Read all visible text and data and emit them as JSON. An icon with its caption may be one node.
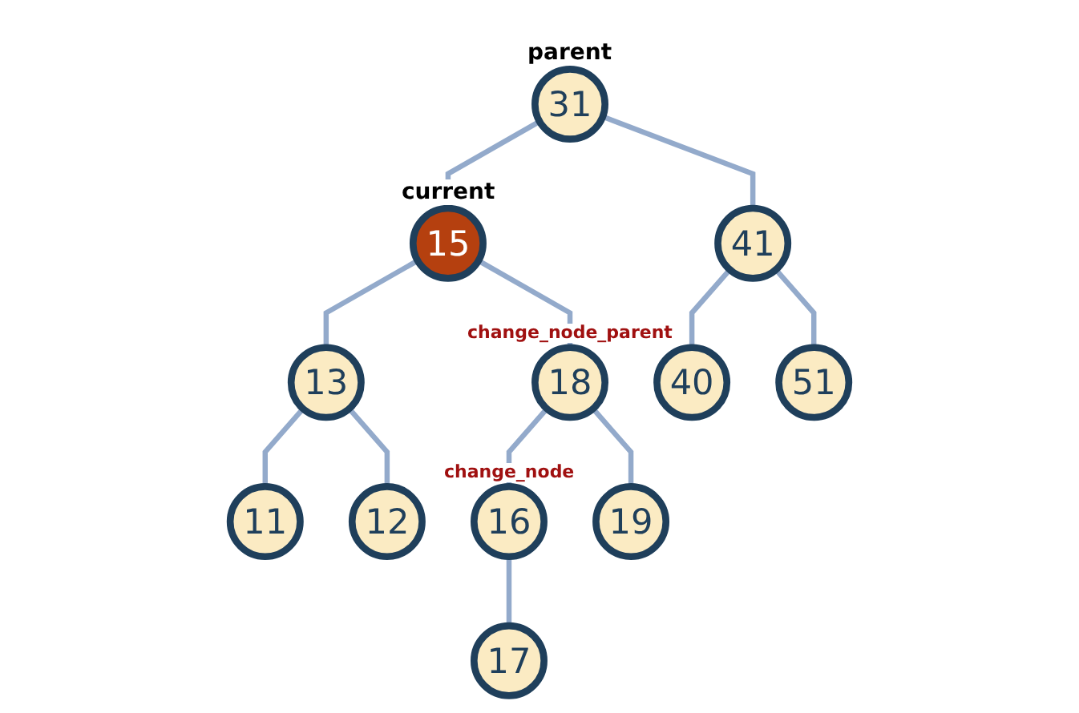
{
  "diagram": {
    "nodes": [
      {
        "text": [
          "31"
        ],
        "beside": [
          "parent"
        ]
      },
      {
        "text": [
          "15"
        ],
        "beside": [
          "current"
        ]
      },
      {
        "text": [
          "41"
        ]
      },
      {
        "text": [
          "13"
        ]
      },
      {
        "text": [
          "18"
        ],
        "beside": [
          "change_node_parent"
        ]
      },
      {
        "text": [
          "40"
        ]
      },
      {
        "text": [
          "51"
        ]
      },
      {
        "text": [
          "11"
        ]
      },
      {
        "text": [
          "12"
        ]
      },
      {
        "text": [
          "16"
        ],
        "beside": [
          "change_node"
        ]
      },
      {
        "text": [
          "19"
        ]
      },
      {
        "text": [
          "17"
        ]
      }
    ],
    "edges": [
      {
        "from": 0,
        "to": 1,
        "arrow": "none"
      },
      {
        "from": 0,
        "to": 2,
        "arrow": "none"
      },
      {
        "from": 1,
        "to": 3,
        "arrow": "none"
      },
      {
        "from": 1,
        "to": 4,
        "arrow": "none"
      },
      {
        "from": 2,
        "to": 5,
        "arrow": "none"
      },
      {
        "from": 2,
        "to": 6,
        "arrow": "none"
      },
      {
        "from": 3,
        "to": 7,
        "arrow": "none"
      },
      {
        "from": 3,
        "to": 8,
        "arrow": "none"
      },
      {
        "from": 4,
        "to": 9,
        "arrow": "none"
      },
      {
        "from": 4,
        "to": 10,
        "arrow": "none"
      },
      {
        "from": 9,
        "to": 11,
        "arrow": "none"
      }
    ]
  }
}
